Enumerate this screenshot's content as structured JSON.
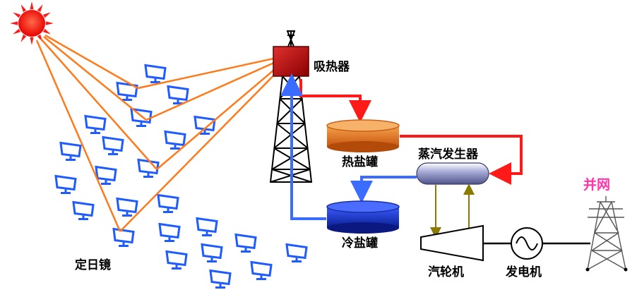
{
  "labels": {
    "receiver": "吸热器",
    "hot_tank": "热盐罐",
    "cold_tank": "冷盐罐",
    "steam_generator": "蒸汽发生器",
    "heliostats": "定日镜",
    "turbine": "汽轮机",
    "generator": "发电机",
    "grid": "并网"
  },
  "colors": {
    "sun": "#ff1a1a",
    "sun_ray": "#ff7a1a",
    "heliostat": "#1e5cff",
    "hot_flow": "#ff1a1a",
    "cold_flow": "#3a6cff",
    "grid_label": "#ff33aa",
    "turbine_link": "#8a7a00",
    "hot_tank": "#d86a1a",
    "cold_tank": "#1e3cc8",
    "receiver": "#c81010"
  },
  "icons": {
    "sun": "sun-icon",
    "heliostat": "heliostat-mirror-icon",
    "tower": "receiver-tower-icon",
    "turbine": "turbine-icon",
    "generator": "generator-icon",
    "pylon": "power-pylon-icon"
  }
}
